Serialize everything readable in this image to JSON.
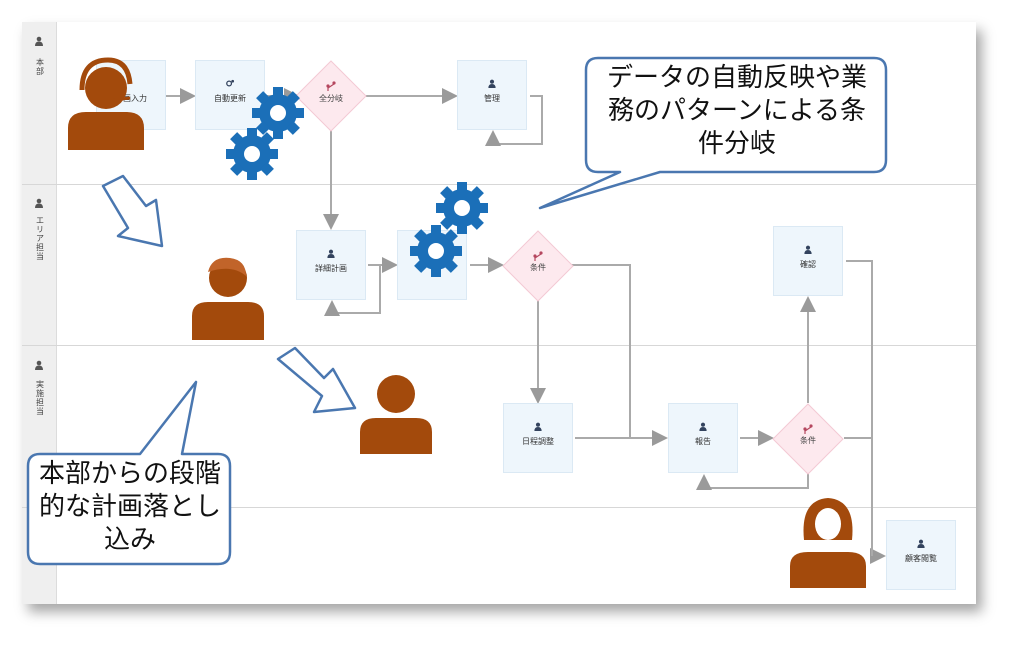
{
  "lanes": [
    {
      "label": "本部"
    },
    {
      "label": "エリア担当"
    },
    {
      "label": "実施担当"
    }
  ],
  "tasks": {
    "input": "計画入力",
    "auto_update": "自動更新",
    "manage": "管理",
    "detail_plan": "詳細計画",
    "schedule": "日程調整",
    "report": "報告",
    "confirm": "確認",
    "customer_view": "顧客閲覧"
  },
  "gateways": {
    "full_branch": "全分岐",
    "condition_1": "条件",
    "condition_2": "条件"
  },
  "callouts": {
    "top_right": "データの自動反映や業務のパターンによる条件分岐",
    "bottom_left": "本部からの段階的な計画落とし込み"
  },
  "colors": {
    "person": "#a34a0c",
    "gear": "#1b6fb8",
    "arrow_outline": "#4a77b0",
    "task_bg": "#eef6fc",
    "gateway_bg": "#fde9ee"
  }
}
